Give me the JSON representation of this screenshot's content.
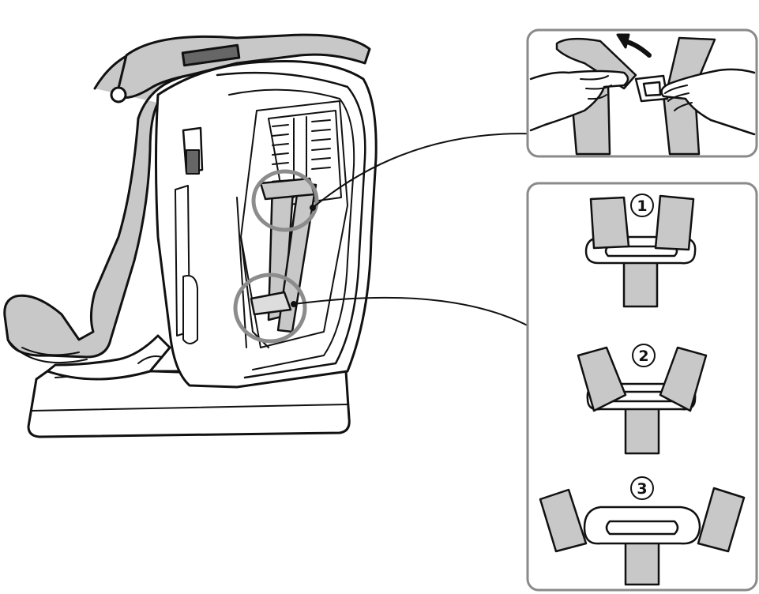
{
  "colors": {
    "outline": "#111111",
    "strap": "#c8c8c8",
    "panel_border": "#8a8a8a",
    "highlight_circle": "#8c8c8c",
    "background": "#ffffff"
  },
  "steps": [
    {
      "number": "1",
      "description_icon": "buckle-straps-step-1"
    },
    {
      "number": "2",
      "description_icon": "buckle-straps-step-2"
    },
    {
      "number": "3",
      "description_icon": "buckle-straps-step-3"
    }
  ],
  "top_inset": {
    "icon": "hands-pulling-straps",
    "arrow": "curved-arrow-icon"
  },
  "main": {
    "icon": "car-seat-rear-view"
  }
}
